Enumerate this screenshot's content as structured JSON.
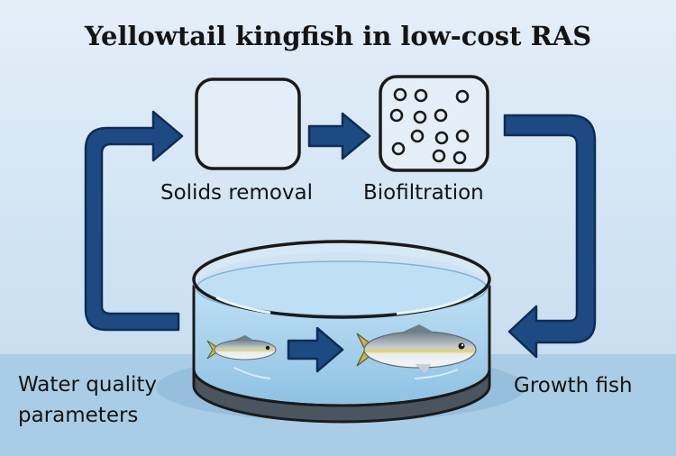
{
  "title": "Yellowtail kingfish in low-cost RAS",
  "labels": {
    "solids_removal": "Solids removal",
    "biofiltration": "Biofiltration",
    "water_quality_line1": "Water quality",
    "water_quality_line2": "parameters",
    "growth_fish": "Growth fish"
  },
  "icons": [
    "solids-removal-box-icon",
    "biofilter-media-box-icon",
    "fish-tank-icon",
    "small-fish-icon",
    "large-fish-icon",
    "flow-arrow-icon"
  ],
  "colors": {
    "background_sky": "#dbe9f6",
    "background_ground": "#a9cde6",
    "arrow_fill": "#1d4a82",
    "arrow_stroke": "#0f2c55",
    "box_stroke": "#1a1a1a",
    "tank_water": "#9cc9e8",
    "tank_base": "#4b5560",
    "text": "#141414"
  }
}
